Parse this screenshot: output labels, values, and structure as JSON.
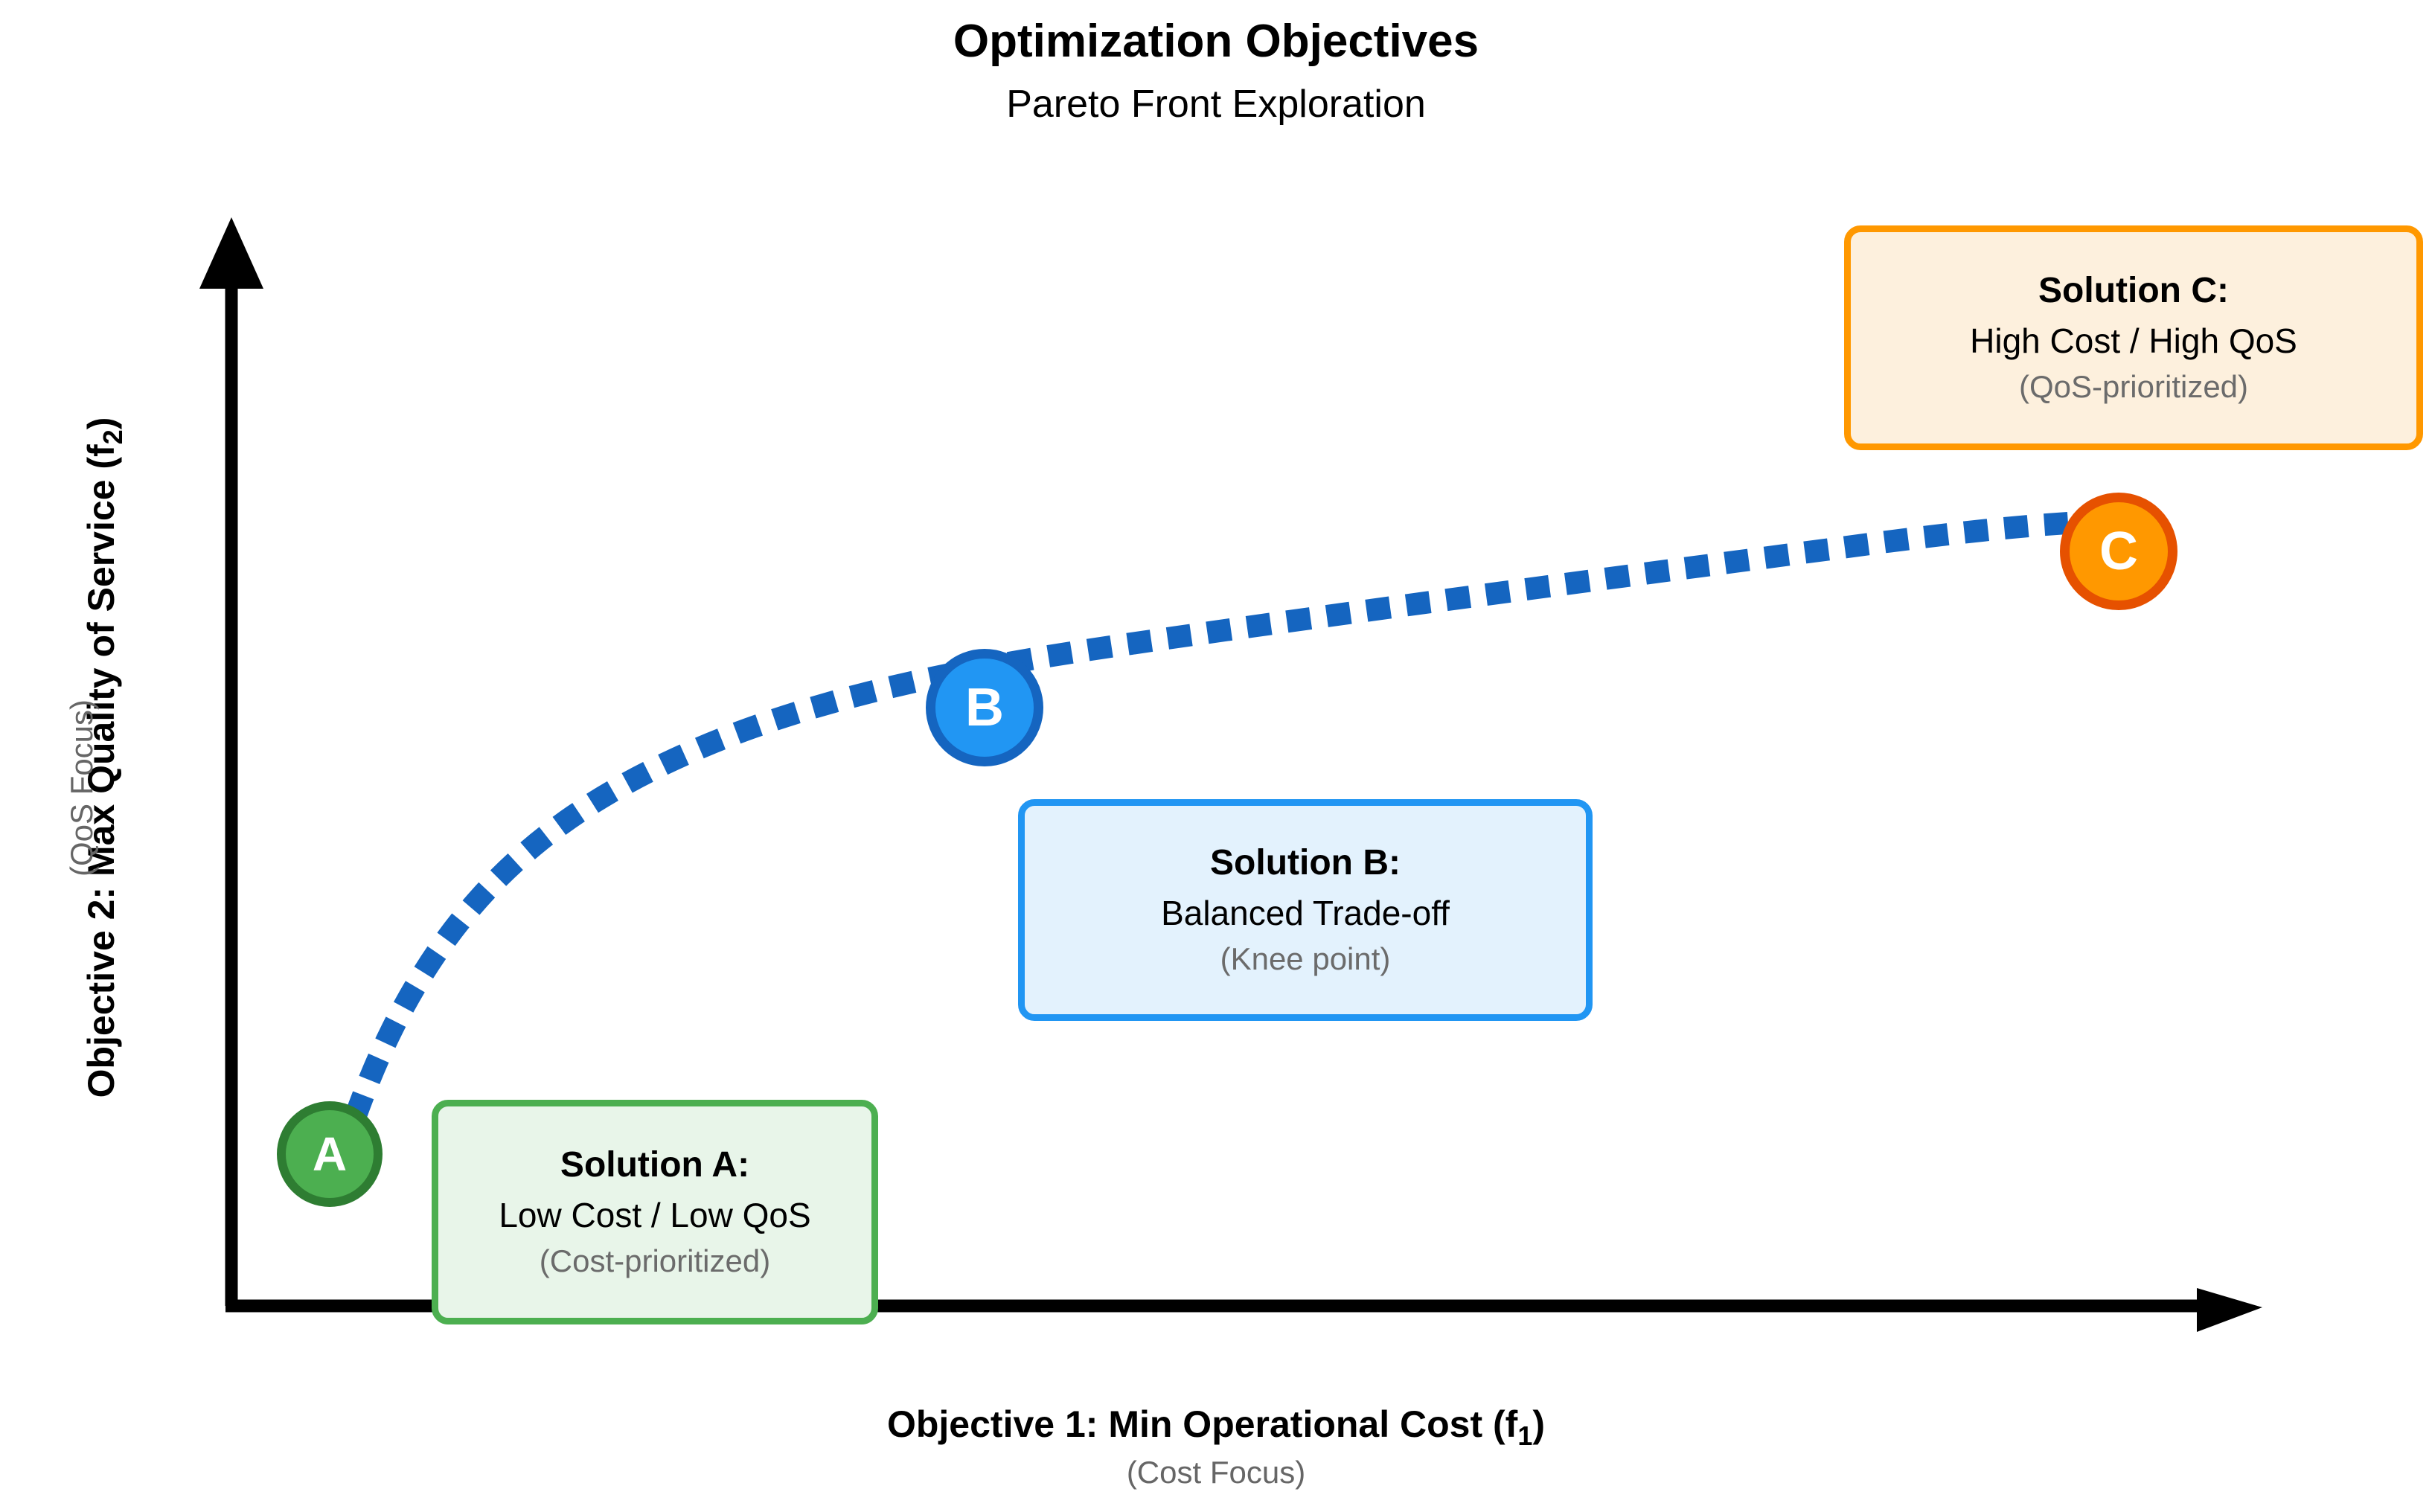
{
  "header": {
    "title": "Optimization Objectives",
    "subtitle": "Pareto Front Exploration"
  },
  "axes": {
    "x_label_main": "Objective 1: Min Operational Cost (f",
    "x_label_sub": "1",
    "x_label_close": ")",
    "x_sublabel": "(Cost Focus)",
    "y_label_main": "Objective 2: Max Quality of Service (f",
    "y_label_sub": "2",
    "y_label_close": ")",
    "y_sublabel": "(QoS Focus)"
  },
  "markers": {
    "a": "A",
    "b": "B",
    "c": "C"
  },
  "callouts": {
    "a": {
      "title": "Solution A:",
      "desc": "Low Cost / Low QoS",
      "note": "(Cost-prioritized)"
    },
    "b": {
      "title": "Solution B:",
      "desc": "Balanced Trade-off",
      "note": "(Knee point)"
    },
    "c": {
      "title": "Solution C:",
      "desc": "High Cost / High QoS",
      "note": "(QoS-prioritized)"
    }
  },
  "colors": {
    "solution_a_fill": "#4CAF50",
    "solution_a_border": "#2E7D32",
    "solution_a_box_fill": "#E8F5E9",
    "solution_b_fill": "#2196F3",
    "solution_b_border": "#1565C0",
    "solution_b_box_fill": "#E3F2FD",
    "solution_c_fill": "#FF9800",
    "solution_c_border": "#E65100",
    "solution_c_box_fill": "#FDF0DD",
    "pareto_curve": "#1565C0",
    "axis": "#000000"
  },
  "chart_data": {
    "type": "line",
    "title": "Optimization Objectives",
    "subtitle": "Pareto Front Exploration",
    "xlabel": "Objective 1: Min Operational Cost (f1)",
    "ylabel": "Objective 2: Max Quality of Service (f2)",
    "xlabel_note": "(Cost Focus)",
    "ylabel_note": "(QoS Focus)",
    "grid": false,
    "legend": "none",
    "axis_ticks": false,
    "series": [
      {
        "name": "Pareto Front",
        "style": "dashed",
        "color": "#1565C0",
        "x": [
          0.04,
          0.1,
          0.18,
          0.28,
          0.4,
          0.52,
          0.64,
          0.76,
          0.88,
          1.0
        ],
        "y": [
          0.03,
          0.28,
          0.44,
          0.55,
          0.63,
          0.69,
          0.74,
          0.78,
          0.82,
          0.855
        ]
      }
    ],
    "points": [
      {
        "label": "A",
        "x": 0.04,
        "y": 0.03,
        "name": "Solution A",
        "desc": "Low Cost / Low QoS",
        "note": "(Cost-prioritized)",
        "color": "#4CAF50"
      },
      {
        "label": "B",
        "x": 0.335,
        "y": 0.585,
        "name": "Solution B",
        "desc": "Balanced Trade-off",
        "note": "(Knee point)",
        "color": "#2196F3"
      },
      {
        "label": "C",
        "x": 0.9,
        "y": 0.81,
        "name": "Solution C",
        "desc": "High Cost / High QoS",
        "note": "(QoS-prioritized)",
        "color": "#FF9800"
      }
    ],
    "xlim": [
      0,
      1
    ],
    "ylim": [
      0,
      1
    ]
  }
}
